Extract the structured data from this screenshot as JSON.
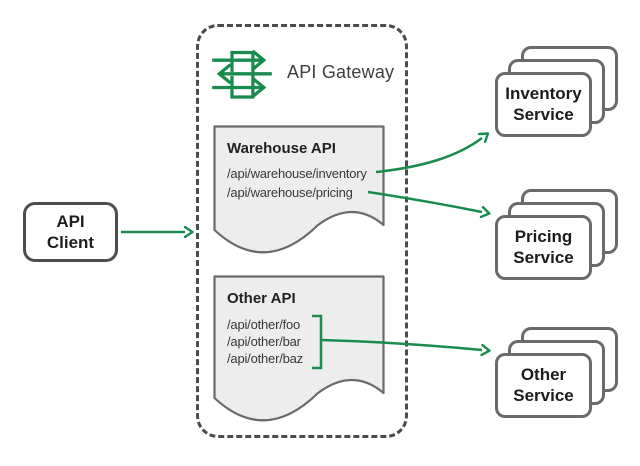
{
  "colors": {
    "green": "#1a8b4f",
    "doc_fill": "#ededed",
    "box_border": "#6a6a6a",
    "dashed_border": "#4b4b4b",
    "text_dark": "#212121"
  },
  "client": {
    "label": "API\nClient"
  },
  "gateway": {
    "title": "API Gateway",
    "icon": "api-gateway-icon",
    "warehouse_api": {
      "title": "Warehouse API",
      "routes": [
        "/api/warehouse/inventory",
        "/api/warehouse/pricing"
      ]
    },
    "other_api": {
      "title": "Other API",
      "routes": [
        "/api/other/foo",
        "/api/other/bar",
        "/api/other/baz"
      ]
    }
  },
  "services": {
    "inventory": {
      "label": "Inventory\nService"
    },
    "pricing": {
      "label": "Pricing\nService"
    },
    "other": {
      "label": "Other\nService"
    }
  },
  "connections": [
    {
      "from": "API Client",
      "to": "API Gateway"
    },
    {
      "from": "/api/warehouse/inventory",
      "to": "Inventory Service"
    },
    {
      "from": "/api/warehouse/pricing",
      "to": "Pricing Service"
    },
    {
      "from": "/api/other/foo /api/other/bar /api/other/baz",
      "to": "Other Service"
    }
  ]
}
